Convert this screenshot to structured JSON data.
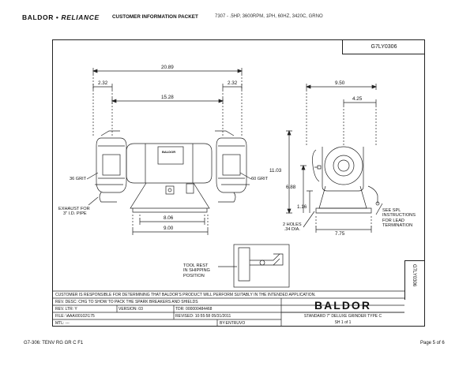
{
  "header": {
    "logo_main": "BALDOR",
    "logo_sep": " • ",
    "logo_sub": "RELIANCE",
    "title": "CUSTOMER INFORMATION PACKET",
    "subtitle": "7307 - .5HP, 3600RPM, 1PH, 60HZ, 3420C, GRNO"
  },
  "drawing": {
    "number": "G7LY0306",
    "side_number": "G7LY0306",
    "plate_label": "BALDOR",
    "dims": {
      "overall_width": "20.89",
      "left_offset": "2.32",
      "right_offset": "2.32",
      "wheel_spacing": "15.28",
      "base_width": "8.06",
      "foot_width": "9.00",
      "depth": "9.50",
      "half_depth": "4.25",
      "height": "11.03",
      "shaft_height": "6.88",
      "base_height": "1.16",
      "hole_spacing": "7.75"
    },
    "labels": {
      "left_grit": "36 GRIT",
      "right_grit": "60 GRIT",
      "exhaust": [
        "EXHAUST FOR",
        "3\" I.D. PIPE"
      ],
      "holes": [
        "2 HOLES",
        ".34 DIA."
      ],
      "spl": [
        "SEE SPL",
        "INSTRUCTIONS",
        "FOR LEAD",
        "TERMINATION"
      ],
      "tool_rest": [
        "TOOL REST",
        "IN SHIPPING",
        "POSITION"
      ]
    },
    "disclaimer": "CUSTOMER IS RESPONSIBLE FOR DETERMINING THAT BALDOR'S PRODUCT WILL PERFORM SUITABLY IN THE INTENDED APPLICATION."
  },
  "title_block": {
    "rev_desc": "REV. DESC:  CHG TO SHOW TO PACK THE SPARK BREAKERS AND SHIELDS",
    "rev_ltr": "REV. LTR:  Y",
    "version": "VERSION: 03",
    "file": "FILE: \\AAA\\00102\\175",
    "tdr": "TDR: 000000484468",
    "revised": "REVISED: 10:55:58  05/31/2011",
    "mtl": "MTL: ---",
    "by": "BY:ENTRUVO",
    "company": "BALDOR",
    "description": "STANDARD    7\" DELUXE GRINDER    TYPE C",
    "sheet": "SH 1 of 1"
  },
  "footer": {
    "left": "G7-306: TENV RG GR C  F1",
    "right": "Page 5 of 6"
  }
}
